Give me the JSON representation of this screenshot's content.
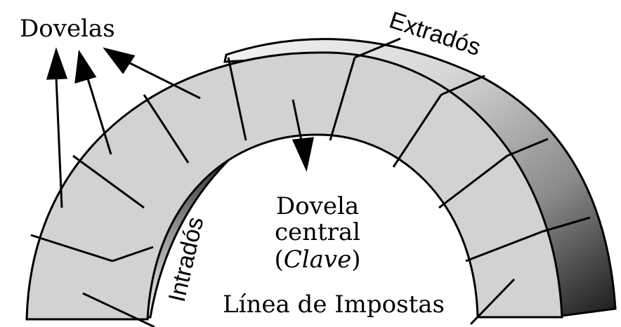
{
  "labels": {
    "dovelas": "Dovelas",
    "extrados": "Extradós",
    "intrados": "Intradós",
    "dovela_line1": "Dovela",
    "dovela_line2": "central",
    "clave_open": "(",
    "clave": "Clave",
    "clave_close": ")",
    "linea": "Línea de Impostas"
  },
  "colors": {
    "voussoir_face": "#d2d2d2",
    "outline": "#000000",
    "background": "#ffffff"
  }
}
